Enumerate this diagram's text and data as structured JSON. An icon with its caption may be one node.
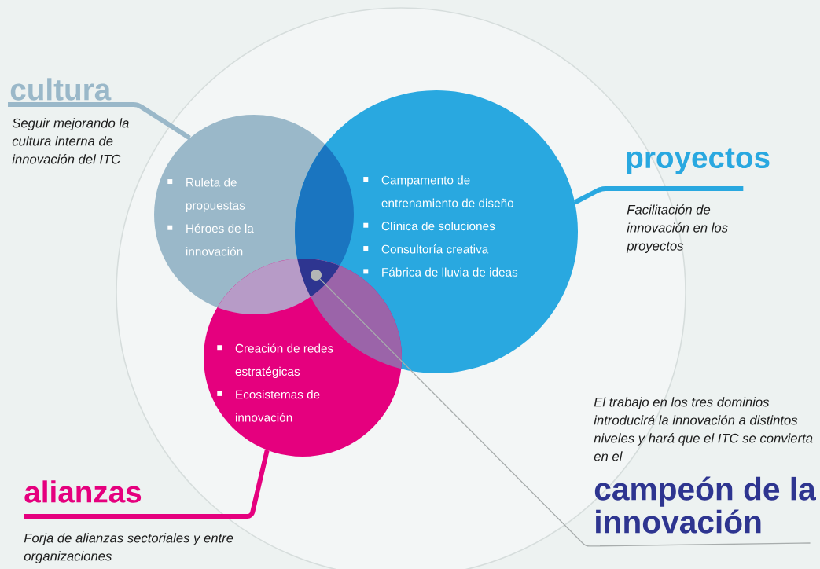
{
  "diagram": {
    "nodes": [
      {
        "text": [
          "Ruleta de propuestas",
          "Héroes de la innovación"
        ]
      },
      {
        "text": [
          "cultura"
        ],
        "beside": [
          "Seguir mejorando la cultura interna de innovación del ITC"
        ]
      },
      {
        "text": [
          "Campamento de entrenamiento de diseño",
          "Clínica de soluciones",
          "Consultoría creativa",
          "Fábrica de lluvia de ideas"
        ]
      },
      {
        "text": [
          "proyectos"
        ],
        "beside": [
          "Facilitación de innovación en los proyectos"
        ]
      },
      {
        "text": [
          "Creación de redes estratégicas",
          "Ecosistemas de innovación"
        ]
      },
      {
        "text": [
          "alianzas"
        ],
        "beside": [
          "Forja de alianzas sectoriales y entre organizaciones"
        ]
      },
      {
        "text": [],
        "shape": "circle"
      },
      {
        "text": [
          "El trabajo en los tres dominios introducirá la innovación a distintos niveles y hará que el ITC se convierta en el",
          "campeón de la innovación"
        ]
      }
    ],
    "edges": [
      {
        "from": 1,
        "to": 0,
        "arrow": "none",
        "color": "#9ab8c9"
      },
      {
        "from": 3,
        "to": 2,
        "arrow": "none",
        "color": "#29a8e0"
      },
      {
        "from": 5,
        "to": 4,
        "arrow": "none",
        "color": "#e5007e"
      },
      {
        "from": 7,
        "to": 6,
        "arrow": "none",
        "color": "#a8adad"
      }
    ]
  }
}
